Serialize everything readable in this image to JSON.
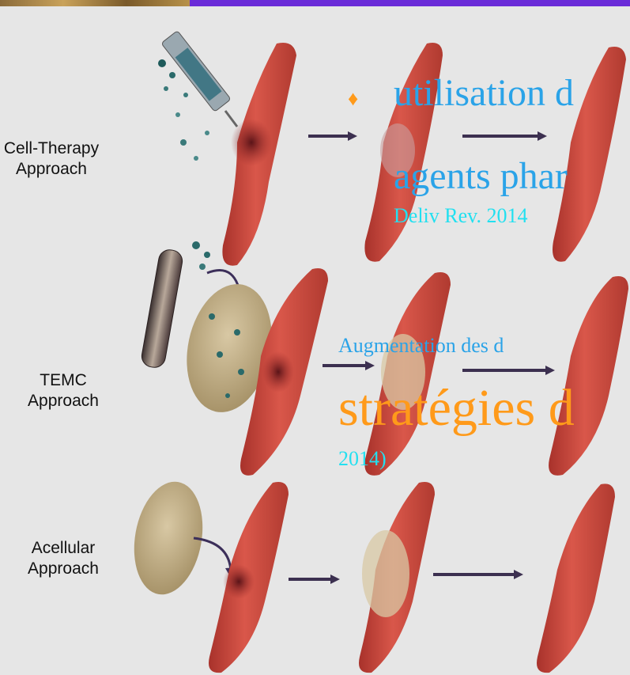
{
  "slide": {
    "rows": [
      {
        "label_line1": "Cell-Therapy",
        "label_line2": "Approach"
      },
      {
        "label_line1": "TEMC",
        "label_line2": "Approach"
      },
      {
        "label_line1": "Acellular",
        "label_line2": "Approach"
      }
    ],
    "overlay": {
      "bullet": "♦",
      "line1": "utilisation d",
      "line2": "agents phar",
      "line3": "Deliv Rev. 2014",
      "line4": "Augmentation des d",
      "line5": "stratégies d",
      "line6": "2014)"
    },
    "colors": {
      "accent_bar": "#6a2bd8",
      "overlay_blue": "#2aa3e8",
      "overlay_cyan": "#22e0f0",
      "overlay_orange": "#ff9a1a",
      "muscle": "#c8453a"
    }
  }
}
